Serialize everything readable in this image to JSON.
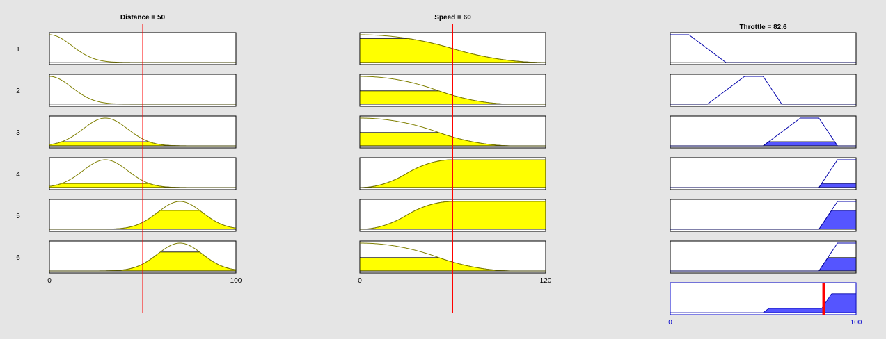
{
  "inputs": [
    {
      "id": "distance",
      "title": "Distance = 50",
      "range": [
        0,
        100
      ],
      "current_value": 50,
      "tick_labels": [
        "0",
        "100"
      ],
      "rules_mf": [
        {
          "type": "gauss",
          "center": 0,
          "sigma": 12,
          "firing": 0
        },
        {
          "type": "gauss",
          "center": 0,
          "sigma": 12,
          "firing": 0
        },
        {
          "type": "gauss",
          "center": 30,
          "sigma": 12,
          "firing": 0.15
        },
        {
          "type": "gauss",
          "center": 30,
          "sigma": 12,
          "firing": 0.15
        },
        {
          "type": "gauss",
          "center": 70,
          "sigma": 12,
          "firing": 0.68
        },
        {
          "type": "gauss",
          "center": 70,
          "sigma": 12,
          "firing": 0.68
        }
      ]
    },
    {
      "id": "speed",
      "title": "Speed = 60",
      "range": [
        0,
        120
      ],
      "current_value": 60,
      "tick_labels": [
        "0",
        "120"
      ],
      "rules_mf": [
        {
          "type": "zdec",
          "start": 0,
          "end": 120,
          "firing": 0.86
        },
        {
          "type": "zdec",
          "start": 0,
          "end": 100,
          "firing": 0.48
        },
        {
          "type": "zdec",
          "start": 0,
          "end": 100,
          "firing": 0.48
        },
        {
          "type": "zinc",
          "start": 0,
          "end": 60,
          "firing": 1.0
        },
        {
          "type": "zinc",
          "start": 0,
          "end": 60,
          "firing": 1.0
        },
        {
          "type": "zdec",
          "start": 0,
          "end": 100,
          "firing": 0.48
        }
      ]
    }
  ],
  "output": {
    "id": "throttle",
    "title": "Throttle = 82.6",
    "range": [
      0,
      100
    ],
    "current_value": 82.6,
    "tick_labels": [
      "0",
      "100"
    ],
    "rules_mf": [
      {
        "type": "trap",
        "params": [
          -30,
          0,
          10,
          30
        ],
        "firing": 0
      },
      {
        "type": "trap",
        "params": [
          20,
          40,
          50,
          60
        ],
        "firing": 0
      },
      {
        "type": "trap",
        "params": [
          50,
          70,
          80,
          90
        ],
        "firing": 0.15
      },
      {
        "type": "trap",
        "params": [
          80,
          90,
          100,
          110
        ],
        "firing": 0.15
      },
      {
        "type": "trap",
        "params": [
          80,
          90,
          100,
          110
        ],
        "firing": 0.68
      },
      {
        "type": "trap",
        "params": [
          80,
          90,
          100,
          110
        ],
        "firing": 0.48
      }
    ]
  },
  "rule_labels": [
    "1",
    "2",
    "3",
    "4",
    "5",
    "6"
  ],
  "colors": {
    "background": "#e5e5e5",
    "mf_line": "#7f7f00",
    "input_fill": "#ffff00",
    "output_line": "#0000aa",
    "output_fill": "#5555ff",
    "indicator_line": "#ff0000",
    "result_line": "#ff0000",
    "tick_output": "#0000cc"
  }
}
